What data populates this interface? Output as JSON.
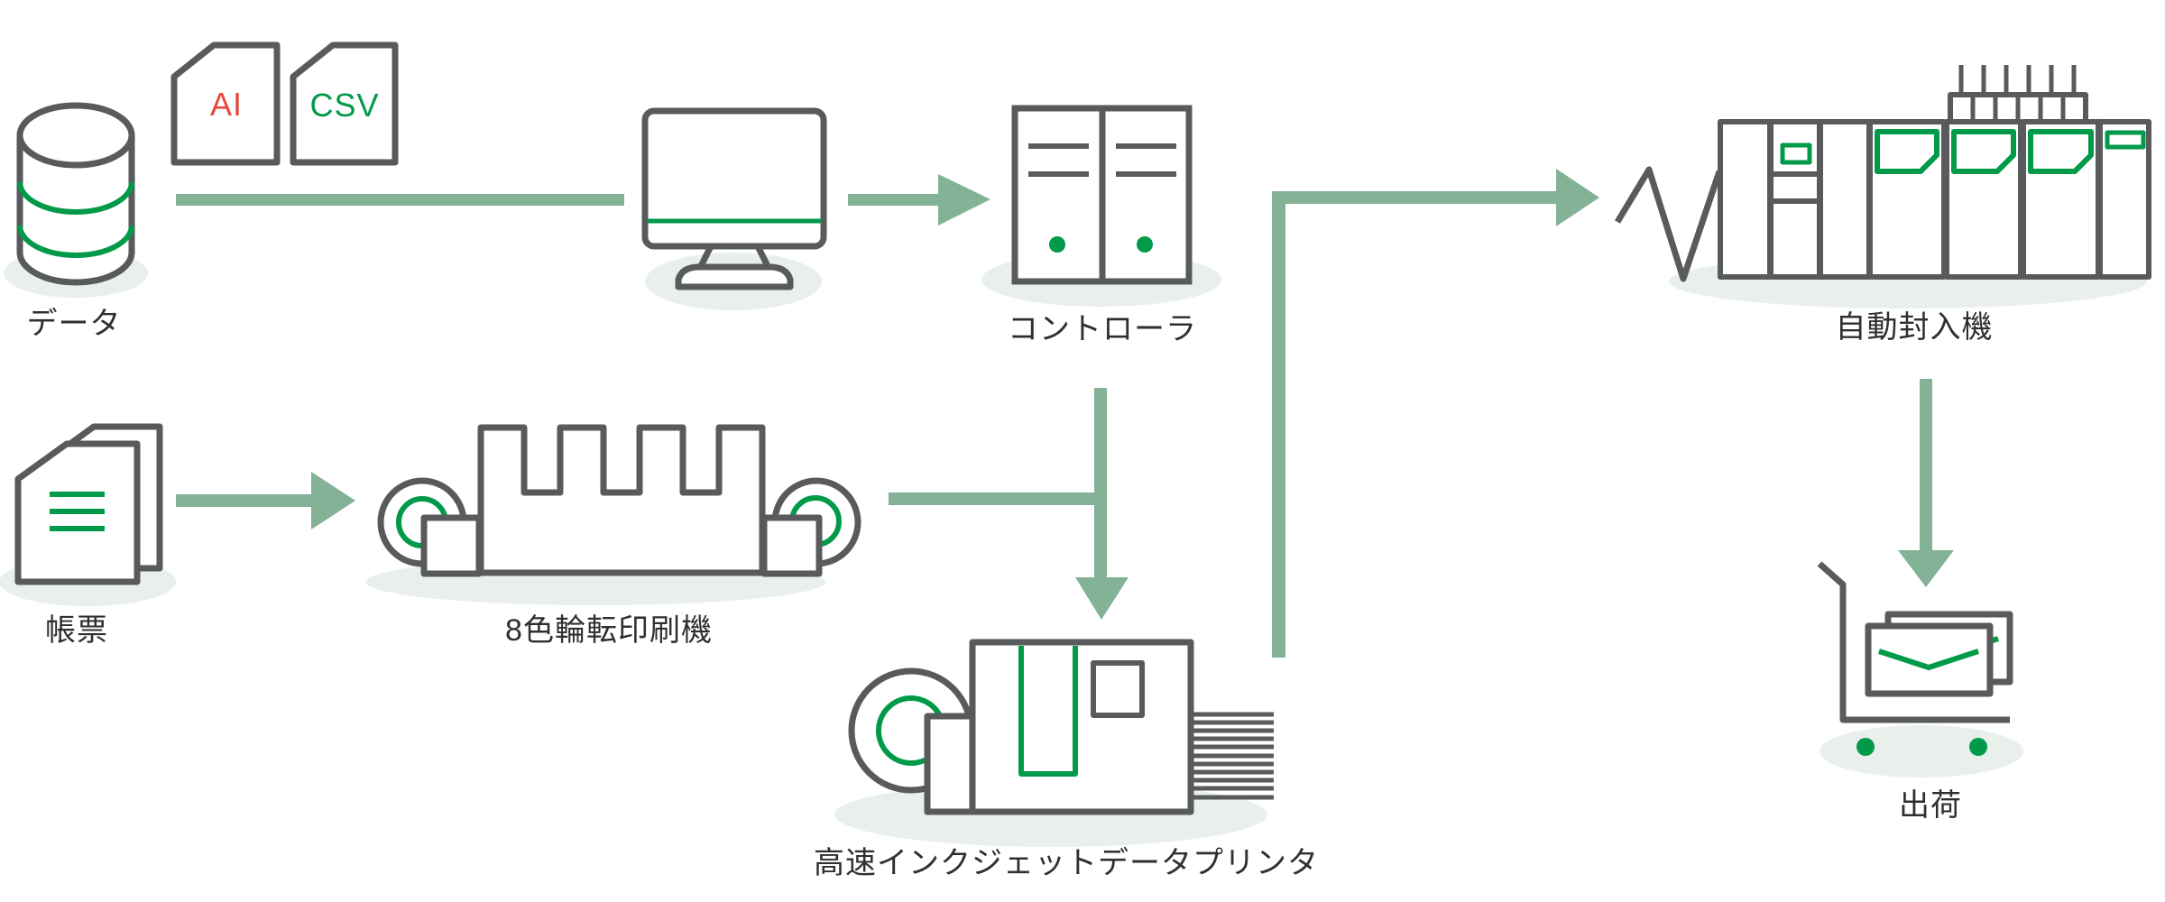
{
  "colors": {
    "outline": "#595a5c",
    "label": "#2f2f30",
    "green": "#009a49",
    "sage": "#83b297",
    "shadow": "#e9f0eb",
    "red": "#e8493c"
  },
  "nodes": {
    "data": {
      "label": "データ"
    },
    "file_ai": {
      "label": "AI"
    },
    "file_csv": {
      "label": "CSV"
    },
    "controller": {
      "label": "コントローラ"
    },
    "forms": {
      "label": "帳票"
    },
    "press": {
      "label": "8色輪転印刷機"
    },
    "printer": {
      "label": "高速インクジェットデータプリンタ"
    },
    "inserter": {
      "label": "自動封入機"
    },
    "shipping": {
      "label": "出荷"
    }
  }
}
